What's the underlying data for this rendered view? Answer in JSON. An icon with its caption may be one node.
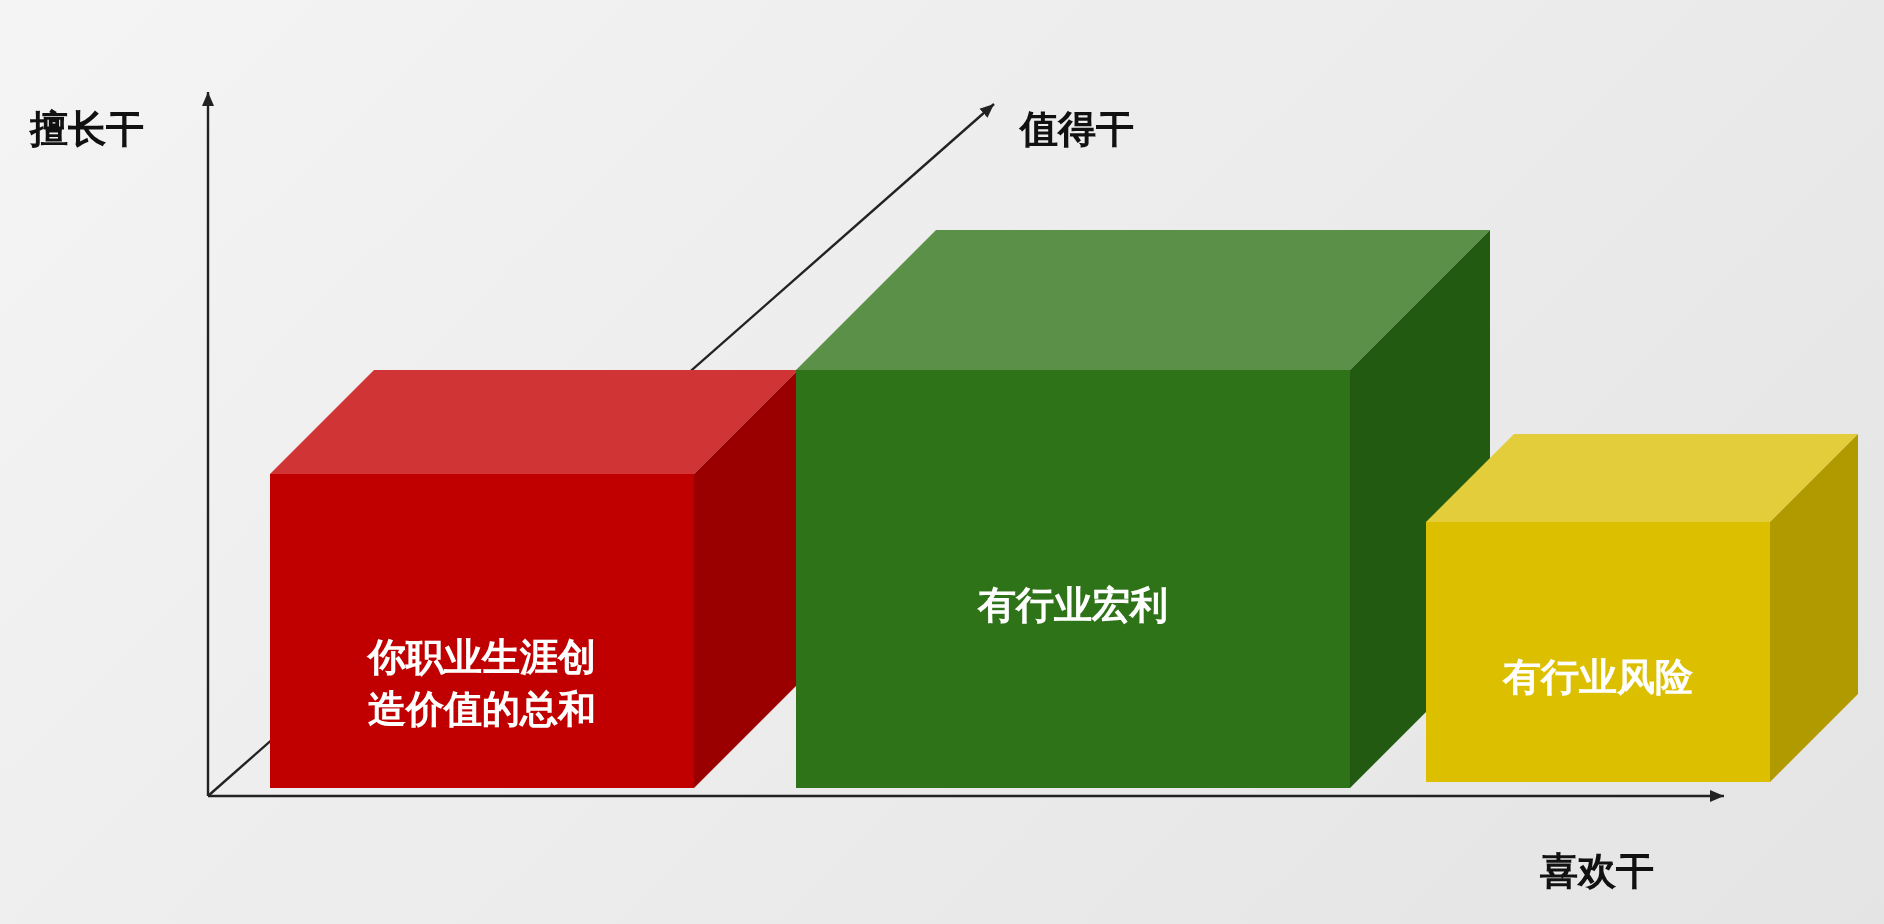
{
  "diagram": {
    "nodes": [
      {
        "text": [
          "你职业生涯创造价值的总和"
        ]
      },
      {
        "text": [
          "有行业宏利"
        ]
      },
      {
        "text": [
          "有行业风险"
        ]
      }
    ],
    "labels": [
      "擅长干",
      "值得干",
      "喜欢干"
    ]
  }
}
